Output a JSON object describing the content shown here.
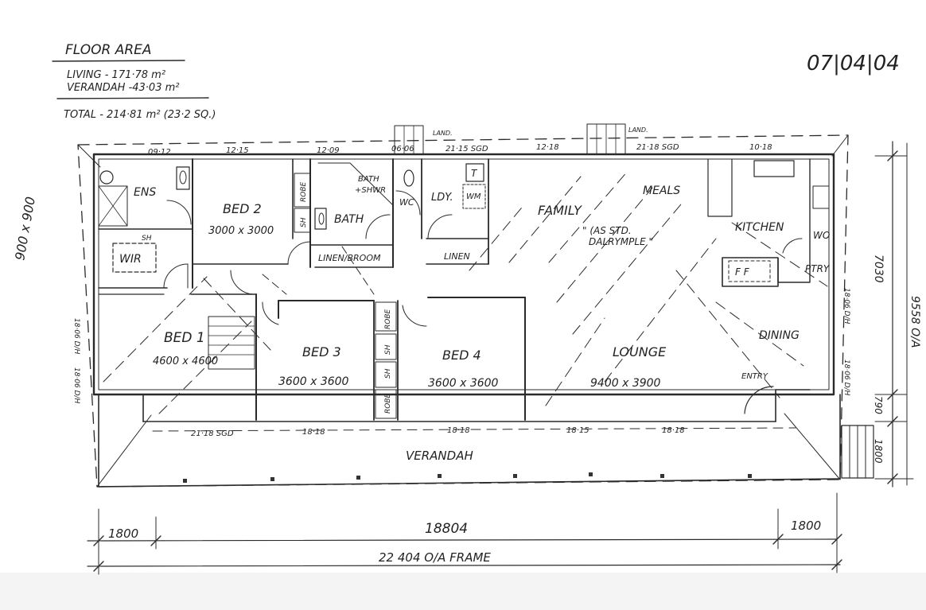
{
  "floor_area": {
    "heading": "FLOOR AREA",
    "living": "LIVING -  171·78 m²",
    "verandah": "VERANDAH -43·03 m²",
    "total": "TOTAL -  214·81 m² (23·2 SQ.)"
  },
  "date": "07|04|04",
  "side_note": "900 x 900",
  "rooms": {
    "ens": "ENS",
    "wir": "WIR",
    "sh_ens": "SH",
    "bed2": "BED 2",
    "bed2_size": "3000 x 3000",
    "robe_bed2": "ROBE",
    "sh_bed2": "SH",
    "bath": "BATH",
    "bath_shwr": "BATH",
    "bath_shwr2": "+SHWR",
    "wc": "WC",
    "ldy": "LDY.",
    "wm": "WM",
    "t": "T",
    "linen_broom": "LINEN/BROOM",
    "linen": "LINEN",
    "family": "FAMILY",
    "meals": "MEALS",
    "std_note1": "\" (AS STD.",
    "std_note2": "DALRYMPLE \"",
    "kitchen": "KITCHEN",
    "wo": "WO",
    "ptry": "PTRY",
    "ff": "F  F",
    "bed1": "BED 1",
    "bed1_size": "4600 x 4600",
    "bed3": "BED 3",
    "bed3_size": "3600 x 3600",
    "robe_b3a": "ROBE",
    "sh_b3": "SH",
    "sh_b4": "SH",
    "robe_b3b": "ROBE",
    "bed4": "BED 4",
    "bed4_size": "3600 x 3600",
    "lounge": "LOUNGE",
    "lounge_size": "9400 x 3900",
    "dining": "DINING",
    "entry": "ENTRY",
    "verandah": "VERANDAH"
  },
  "windows": {
    "w1": "09·12",
    "w2": "12·15",
    "w3": "12·09",
    "w4": "06·06",
    "w5": "21·15 SGD",
    "w6": "12·18",
    "w7": "21·18 SGD",
    "w8": "10·18",
    "land1": "LAND.",
    "land2": "LAND.",
    "w_left1": "18·06 D/H",
    "w_left2": "18·06 D/H",
    "w_right1": "18·06 D/H",
    "w_right2": "18·06 D/H",
    "b1": "21·18 SGD",
    "b2": "18·18",
    "b3": "18·18",
    "b4": "18·15",
    "b5": "18·18"
  },
  "dimensions": {
    "left_ext": "1800",
    "middle": "18804",
    "right_ext": "1800",
    "overall": "22 404  O/A  FRAME",
    "depth_main": "7030",
    "depth_total": "9558 O/A",
    "depth_step": "790",
    "depth_verandah": "1800"
  }
}
